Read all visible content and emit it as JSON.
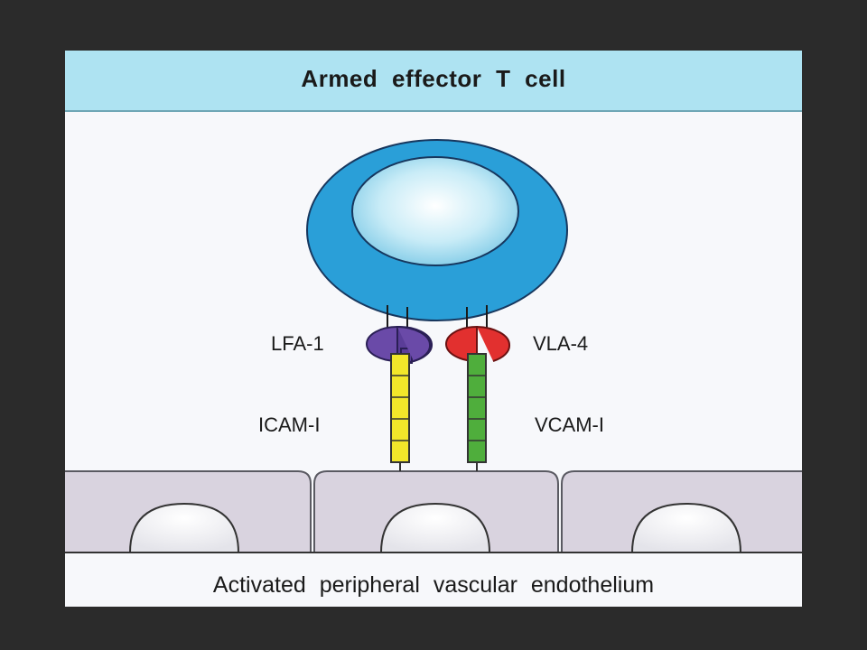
{
  "title": "Armed effector T cell",
  "caption": "Activated peripheral vascular endothelium",
  "labels": {
    "lfa1": "LFA-1",
    "vla4": "VLA-4",
    "icam1": "ICAM-I",
    "vcam1": "VCAM-I"
  },
  "colors": {
    "header_bg": "#aee3f2",
    "t_cell": "#2a9fd8",
    "lfa1": "#6a4aa8",
    "vla4": "#e2302f",
    "icam1": "#f2e62a",
    "vcam1": "#4fae3c",
    "endothelium": "#d9d3df"
  }
}
